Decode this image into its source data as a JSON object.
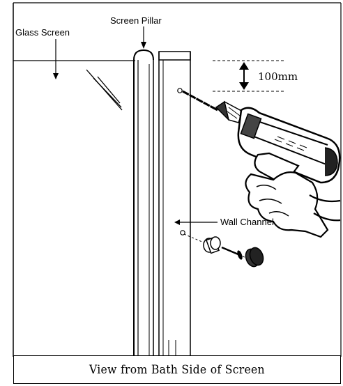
{
  "diagram": {
    "labels": {
      "glass_screen": "Glass Screen",
      "screen_pillar": "Screen Pillar",
      "wall_channel": "Wall Channel",
      "spacing": "100mm"
    },
    "caption": "View from Bath Side of Screen"
  }
}
